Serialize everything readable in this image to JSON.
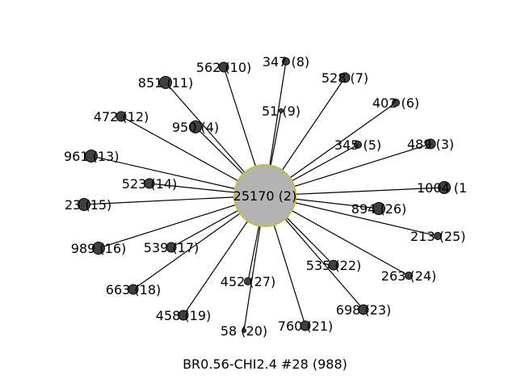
{
  "caption": "BR0.56-CHI2.4 #28 (988)",
  "colors": {
    "center_fill": "#b3b3b3",
    "center_stroke": "#bfbf3f",
    "node_fill": "#404040",
    "node_stroke": "#000000",
    "edge": "#000000"
  },
  "center": {
    "label": "25170 (2)"
  },
  "nodes": [
    {
      "label": "1004 (1",
      "id": "1004",
      "rank": 1,
      "weight": 4
    },
    {
      "label": "489 (3)",
      "id": "489",
      "rank": 3,
      "weight": 3
    },
    {
      "label": "950 (4)",
      "id": "950",
      "rank": 4,
      "weight": 4
    },
    {
      "label": "345 (5)",
      "id": "345",
      "rank": 5,
      "weight": 2
    },
    {
      "label": "402 (6)",
      "id": "402",
      "rank": 6,
      "weight": 2
    },
    {
      "label": "528 (7)",
      "id": "528",
      "rank": 7,
      "weight": 3
    },
    {
      "label": "347 (8)",
      "id": "347",
      "rank": 8,
      "weight": 2
    },
    {
      "label": "51 (9)",
      "id": "51",
      "rank": 9,
      "weight": 1
    },
    {
      "label": "562 (10)",
      "id": "562",
      "rank": 10,
      "weight": 3
    },
    {
      "label": "851 (11)",
      "id": "851",
      "rank": 11,
      "weight": 4
    },
    {
      "label": "472 (12)",
      "id": "472",
      "rank": 12,
      "weight": 3
    },
    {
      "label": "961 (13)",
      "id": "961",
      "rank": 13,
      "weight": 4
    },
    {
      "label": "523 (14)",
      "id": "523",
      "rank": 14,
      "weight": 3
    },
    {
      "label": "23 (15)",
      "id": "23",
      "rank": 15,
      "weight": 4
    },
    {
      "label": "989 (16)",
      "id": "989",
      "rank": 16,
      "weight": 4
    },
    {
      "label": "539 (17)",
      "id": "539",
      "rank": 17,
      "weight": 3
    },
    {
      "label": "663 (18)",
      "id": "663",
      "rank": 18,
      "weight": 3
    },
    {
      "label": "458 (19)",
      "id": "458",
      "rank": 19,
      "weight": 3
    },
    {
      "label": "58 (20)",
      "id": "58",
      "rank": 20,
      "weight": 1
    },
    {
      "label": "760 (21)",
      "id": "760",
      "rank": 21,
      "weight": 3
    },
    {
      "label": "535 (22)",
      "id": "535",
      "rank": 22,
      "weight": 3
    },
    {
      "label": "698 (23)",
      "id": "698",
      "rank": 23,
      "weight": 3
    },
    {
      "label": "263 (24)",
      "id": "263",
      "rank": 24,
      "weight": 2
    },
    {
      "label": "213 (25)",
      "id": "213",
      "rank": 25,
      "weight": 2
    },
    {
      "label": "894 (26)",
      "id": "894",
      "rank": 26,
      "weight": 4
    },
    {
      "label": "452 (27)",
      "id": "452",
      "rank": 27,
      "weight": 2
    }
  ]
}
